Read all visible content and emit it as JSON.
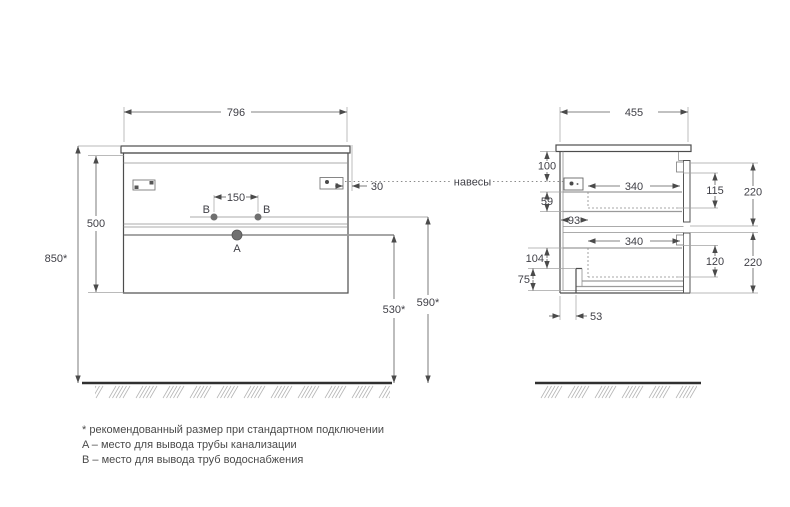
{
  "drawing": {
    "connector_label": "навесы",
    "front_view": {
      "width": "796",
      "height": "500",
      "mounting_height": "850*",
      "outlet_spacing": "150",
      "hanger_offset": "30",
      "drain_outlet_height": "530*",
      "water_outlet_height": "590*",
      "point_a_label": "A",
      "point_b_label": "B"
    },
    "side_view": {
      "depth": "455",
      "top_to_hanger": "100",
      "hanger_to_drawer": "59",
      "back_clearance": "93",
      "upper_drawer_depth": "340",
      "lower_drawer_depth": "340",
      "upper_drawer_inner_height": "115",
      "lower_drawer_inner_height": "120",
      "upper_front_height": "220",
      "lower_front_height": "220",
      "recess_upper_height": "104",
      "recess_lower_height": "75",
      "recess_depth": "53"
    },
    "footnotes": {
      "recommended": "* рекомендованный размер при стандартном подключении",
      "point_a": "A – место для вывода трубы канализации",
      "point_b": "B – место для вывода труб водоснабжения"
    }
  }
}
